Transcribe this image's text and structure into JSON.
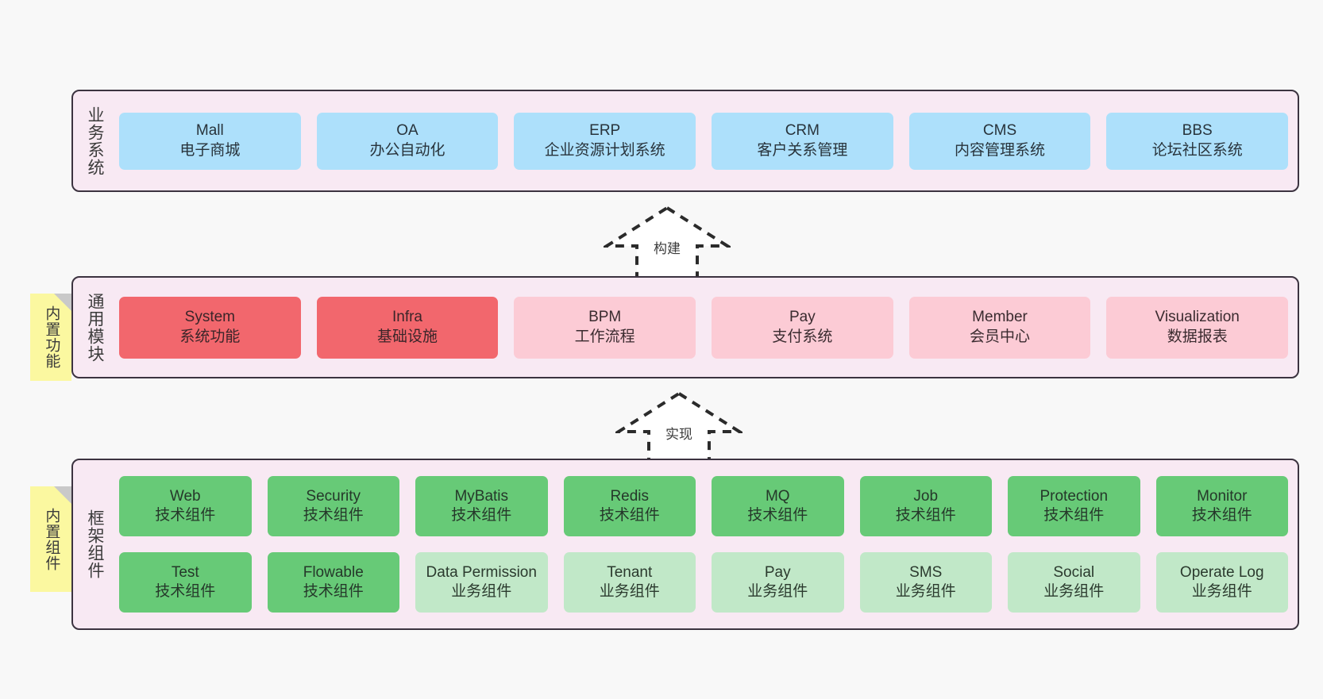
{
  "diagram": {
    "background": "#f8f8f8",
    "panel_bg": "#f8e9f3",
    "panel_border": "#3c3340",
    "note_bg": "#fbf8a0",
    "colors": {
      "business": "#ade0fb",
      "module_active": "#f2676d",
      "module_inactive": "#fccbd5",
      "framework_tech": "#67ca77",
      "framework_biz": "#c1e8c8"
    }
  },
  "layers": [
    {
      "id": "business-system",
      "title": "业务系统",
      "note": null,
      "rows": [
        {
          "cards": [
            {
              "title": "Mall",
              "subtitle": "电子商城",
              "style": "c-blue"
            },
            {
              "title": "OA",
              "subtitle": "办公自动化",
              "style": "c-blue"
            },
            {
              "title": "ERP",
              "subtitle": "企业资源计划系统",
              "style": "c-blue"
            },
            {
              "title": "CRM",
              "subtitle": "客户关系管理",
              "style": "c-blue"
            },
            {
              "title": "CMS",
              "subtitle": "内容管理系统",
              "style": "c-blue"
            },
            {
              "title": "BBS",
              "subtitle": "论坛社区系统",
              "style": "c-blue"
            }
          ]
        }
      ]
    },
    {
      "id": "common-module",
      "title": "通用模块",
      "note": "内置功能",
      "rows": [
        {
          "cards": [
            {
              "title": "System",
              "subtitle": "系统功能",
              "style": "c-red"
            },
            {
              "title": "Infra",
              "subtitle": "基础设施",
              "style": "c-red"
            },
            {
              "title": "BPM",
              "subtitle": "工作流程",
              "style": "c-pink"
            },
            {
              "title": "Pay",
              "subtitle": "支付系统",
              "style": "c-pink"
            },
            {
              "title": "Member",
              "subtitle": "会员中心",
              "style": "c-pink"
            },
            {
              "title": "Visualization",
              "subtitle": "数据报表",
              "style": "c-pink"
            }
          ]
        }
      ]
    },
    {
      "id": "framework-component",
      "title": "框架组件",
      "note": "内置组件",
      "rows": [
        {
          "cards": [
            {
              "title": "Web",
              "subtitle": "技术组件",
              "style": "c-green"
            },
            {
              "title": "Security",
              "subtitle": "技术组件",
              "style": "c-green"
            },
            {
              "title": "MyBatis",
              "subtitle": "技术组件",
              "style": "c-green"
            },
            {
              "title": "Redis",
              "subtitle": "技术组件",
              "style": "c-green"
            },
            {
              "title": "MQ",
              "subtitle": "技术组件",
              "style": "c-green"
            },
            {
              "title": "Job",
              "subtitle": "技术组件",
              "style": "c-green"
            },
            {
              "title": "Protection",
              "subtitle": "技术组件",
              "style": "c-green"
            },
            {
              "title": "Monitor",
              "subtitle": "技术组件",
              "style": "c-green"
            }
          ]
        },
        {
          "cards": [
            {
              "title": "Test",
              "subtitle": "技术组件",
              "style": "c-green"
            },
            {
              "title": "Flowable",
              "subtitle": "技术组件",
              "style": "c-green"
            },
            {
              "title": "Data Permission",
              "subtitle": "业务组件",
              "style": "c-greenlight"
            },
            {
              "title": "Tenant",
              "subtitle": "业务组件",
              "style": "c-greenlight"
            },
            {
              "title": "Pay",
              "subtitle": "业务组件",
              "style": "c-greenlight"
            },
            {
              "title": "SMS",
              "subtitle": "业务组件",
              "style": "c-greenlight"
            },
            {
              "title": "Social",
              "subtitle": "业务组件",
              "style": "c-greenlight"
            },
            {
              "title": "Operate Log",
              "subtitle": "业务组件",
              "style": "c-greenlight"
            }
          ]
        }
      ]
    }
  ],
  "arrows": [
    {
      "id": "arrow-build",
      "label": "构建",
      "direction": "up"
    },
    {
      "id": "arrow-implement",
      "label": "实现",
      "direction": "up"
    }
  ]
}
